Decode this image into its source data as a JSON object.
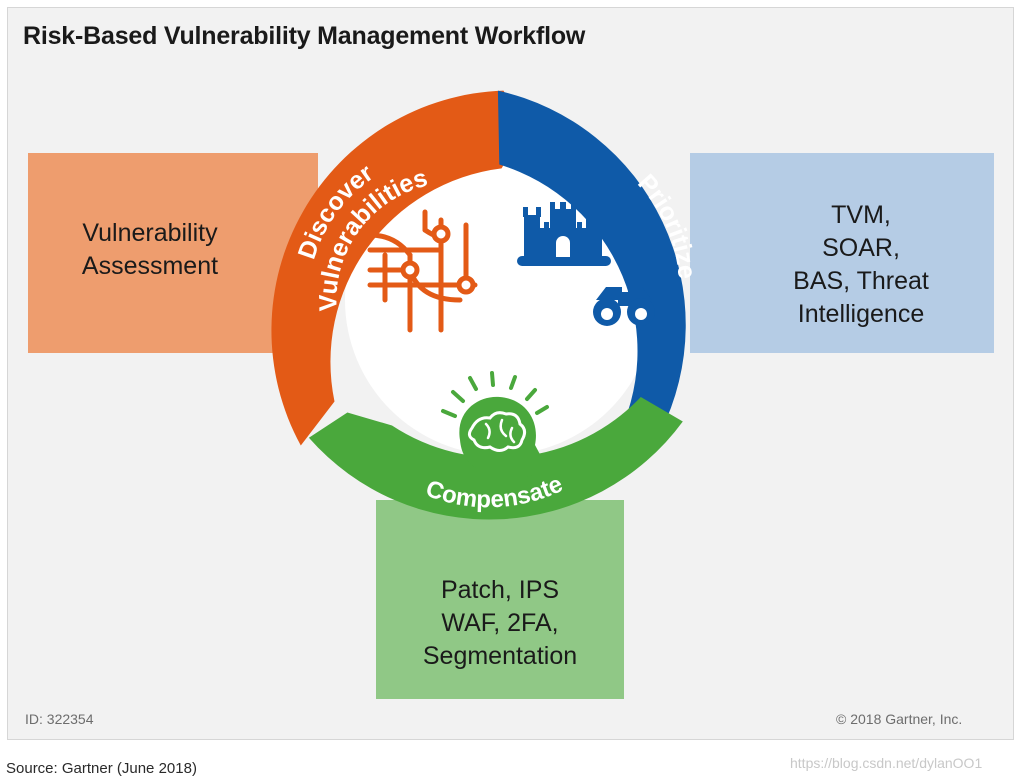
{
  "title": "Risk-Based Vulnerability Management Workflow",
  "panels": {
    "left": "Vulnerability\nAssessment",
    "right": "TVM,\nSOAR,\nBAS, Threat\nIntelligence",
    "bottom": "Patch, IPS\nWAF, 2FA,\nSegmentation"
  },
  "stages": {
    "discover_line1": "Discover",
    "discover_line2": "Vulnerabilities",
    "prioritize": "Prioritize",
    "compensate": "Compensate"
  },
  "footer": {
    "id": "ID: 322354",
    "copyright": "© 2018 Gartner, Inc."
  },
  "source": "Source: Gartner (June 2018)",
  "watermark": "https://blog.csdn.net/dylanOO1",
  "icons": [
    "network-icon",
    "castle-icon",
    "binoculars-icon",
    "brain-head-icon"
  ],
  "colors": {
    "discover": "#e35a16",
    "prioritize": "#0f5aa8",
    "compensate": "#4aa83c",
    "left_panel": "#ee9d6e",
    "right_panel": "#b5cce5",
    "bottom_panel": "#90c886"
  }
}
